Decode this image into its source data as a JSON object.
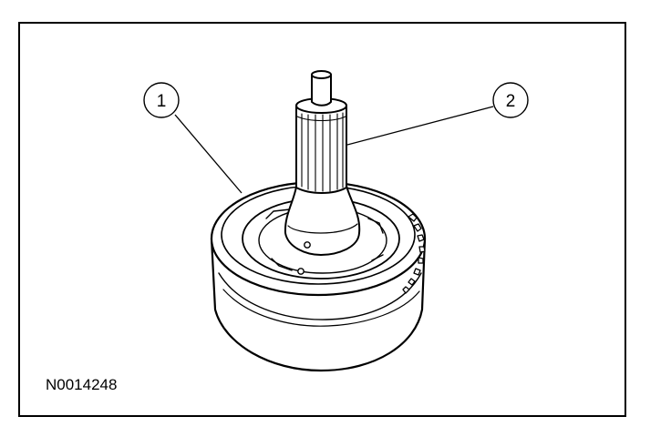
{
  "figure": {
    "id_label": "N0014248",
    "callouts": [
      {
        "number": "1"
      },
      {
        "number": "2"
      }
    ]
  }
}
